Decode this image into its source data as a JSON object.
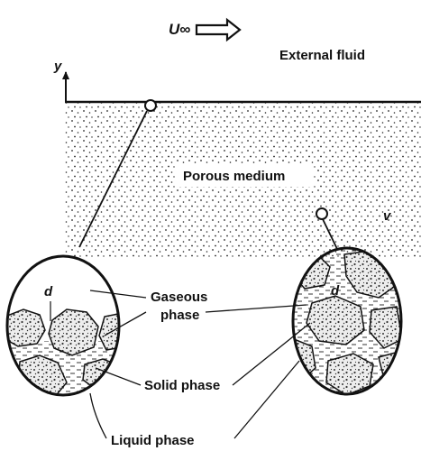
{
  "flow": {
    "velocity_symbol": "U∞"
  },
  "labels": {
    "external_fluid": "External fluid",
    "porous_medium": "Porous medium",
    "gaseous_phase_line1": "Gaseous",
    "gaseous_phase_line2": "phase",
    "solid_phase": "Solid phase",
    "liquid_phase": "Liquid phase"
  },
  "symbols": {
    "y_axis": "y",
    "volume": "v",
    "pore_size_left": "d",
    "pore_size_right": "d"
  },
  "colors": {
    "ink": "#111111",
    "background": "#ffffff"
  }
}
